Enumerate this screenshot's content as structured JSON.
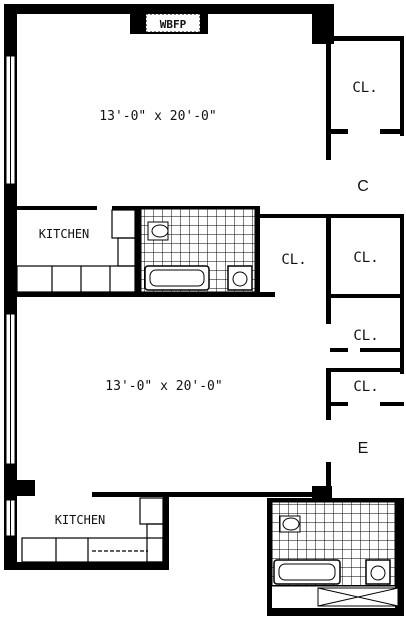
{
  "plan": {
    "rooms": [
      {
        "id": "room-upper",
        "label": "13'-0\" x 20'-0\""
      },
      {
        "id": "room-lower",
        "label": "13'-0\" x 20'-0\""
      }
    ],
    "kitchens": [
      {
        "id": "kitchen-upper",
        "label": "KITCHEN"
      },
      {
        "id": "kitchen-lower",
        "label": "KITCHEN"
      }
    ],
    "closets": [
      {
        "id": "closet-1",
        "label": "CL."
      },
      {
        "id": "closet-2",
        "label": "CL."
      },
      {
        "id": "closet-3",
        "label": "CL."
      },
      {
        "id": "closet-4",
        "label": "CL."
      },
      {
        "id": "closet-5",
        "label": "CL."
      }
    ],
    "fireplace": "WBFP",
    "markers": [
      {
        "id": "marker-c",
        "label": "C"
      },
      {
        "id": "marker-e",
        "label": "E"
      }
    ],
    "colors": {
      "wall": "#000000",
      "background": "#ffffff",
      "tile": "#000000"
    }
  }
}
